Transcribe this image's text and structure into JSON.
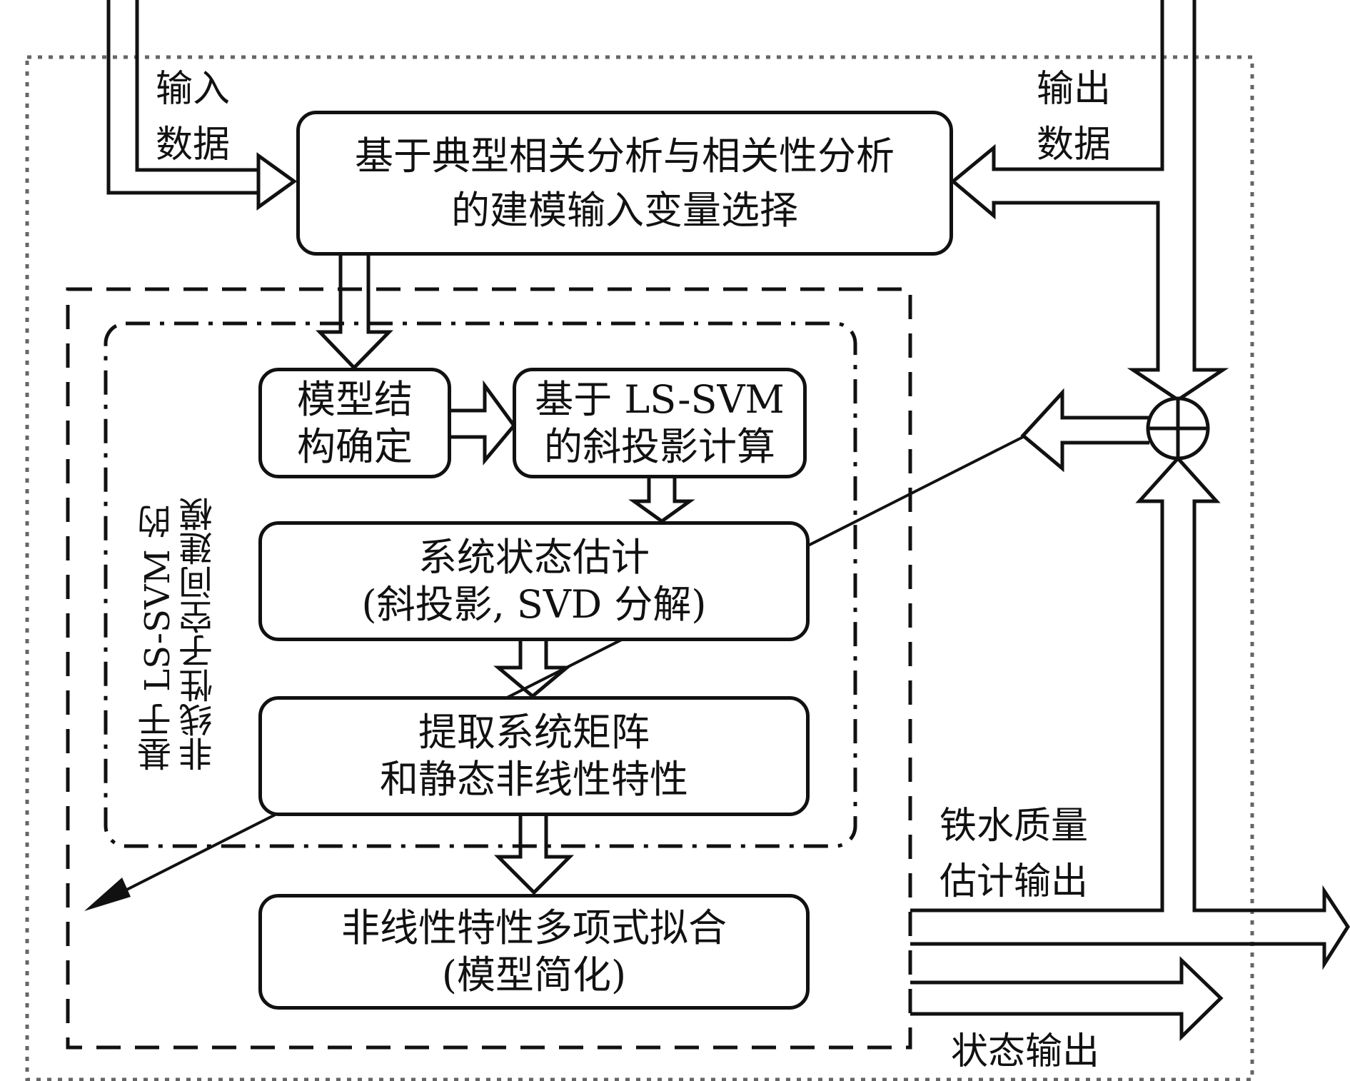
{
  "boxes": {
    "variable_selection": [
      "基于典型相关分析与相关性分析",
      "的建模输入变量选择"
    ],
    "model_structure": [
      "模型结",
      "构确定"
    ],
    "oblique_projection": [
      "基于 LS-SVM",
      "的斜投影计算"
    ],
    "state_estimation": [
      "系统状态估计",
      "(斜投影, SVD 分解)"
    ],
    "extract_matrix": [
      "提取系统矩阵",
      "和静态非线性特性"
    ],
    "polynomial_fit": [
      "非线性特性多项式拟合",
      "(模型简化)"
    ]
  },
  "labels": {
    "input_data": [
      "输入",
      "数据"
    ],
    "output_data": [
      "输出",
      "数据"
    ],
    "iron_quality_output": [
      "铁水质量",
      "估计输出"
    ],
    "state_output": "状态输出"
  },
  "group_title": [
    "基于 LS-SVM 的",
    "非线性子空间建模"
  ],
  "summing_junction_symbol": "⊕"
}
